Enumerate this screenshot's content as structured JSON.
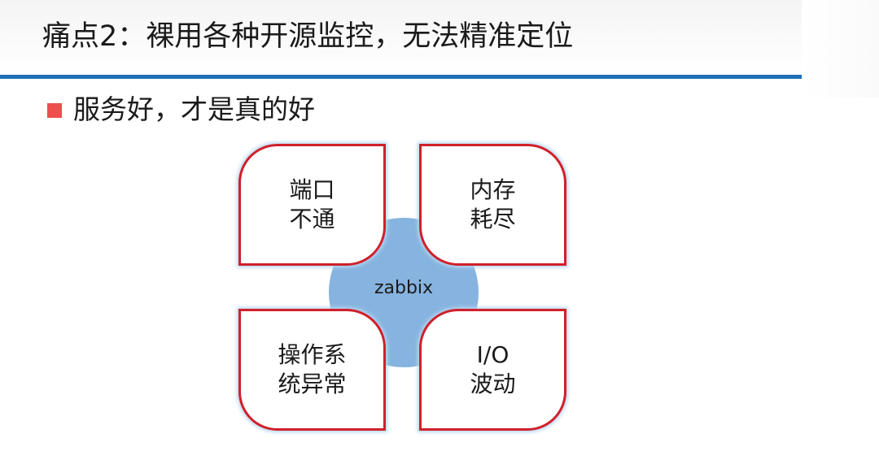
{
  "slide": {
    "title": "痛点2：裸用各种开源监控，无法精准定位",
    "bullet": "服务好，才是真的好"
  },
  "diagram": {
    "center": "zabbix",
    "quadrants": [
      {
        "line1": "端口",
        "line2": "不通"
      },
      {
        "line1": "内存",
        "line2": "耗尽"
      },
      {
        "line1": "操作系",
        "line2": "统异常"
      },
      {
        "line1": "I/O",
        "line2": "波动"
      }
    ]
  },
  "colors": {
    "title_rule": "#1f6fb4",
    "bullet": "#ee4e4e",
    "hub": "#86b3df",
    "quad_border": "#d0202a"
  }
}
